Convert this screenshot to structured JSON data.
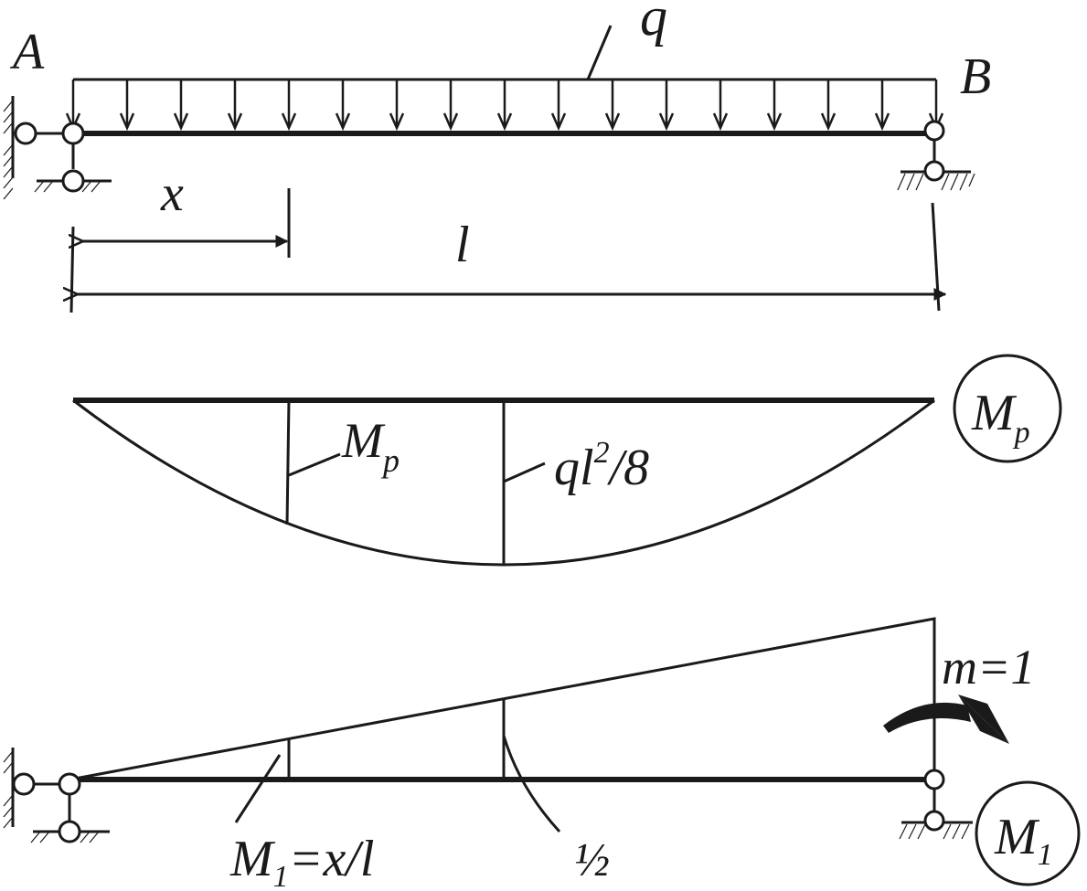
{
  "support_labels": {
    "left": "A",
    "right": "B"
  },
  "load": {
    "label": "q"
  },
  "dimensions": {
    "x_label": "x",
    "span_label": "l"
  },
  "mp_diagram": {
    "badge_main": "M",
    "badge_sub": "p",
    "section_label_main": "M",
    "section_label_sub": "p",
    "midspan_value_main": "ql",
    "midspan_value_sup": "2",
    "midspan_value_rest": "/8"
  },
  "m1_diagram": {
    "badge_main": "M",
    "badge_sub": "1",
    "moment_label": "m=1",
    "section_label_main": "M",
    "section_label_sub": "1",
    "section_label_rest": "=x/l",
    "midspan_value": "½"
  }
}
